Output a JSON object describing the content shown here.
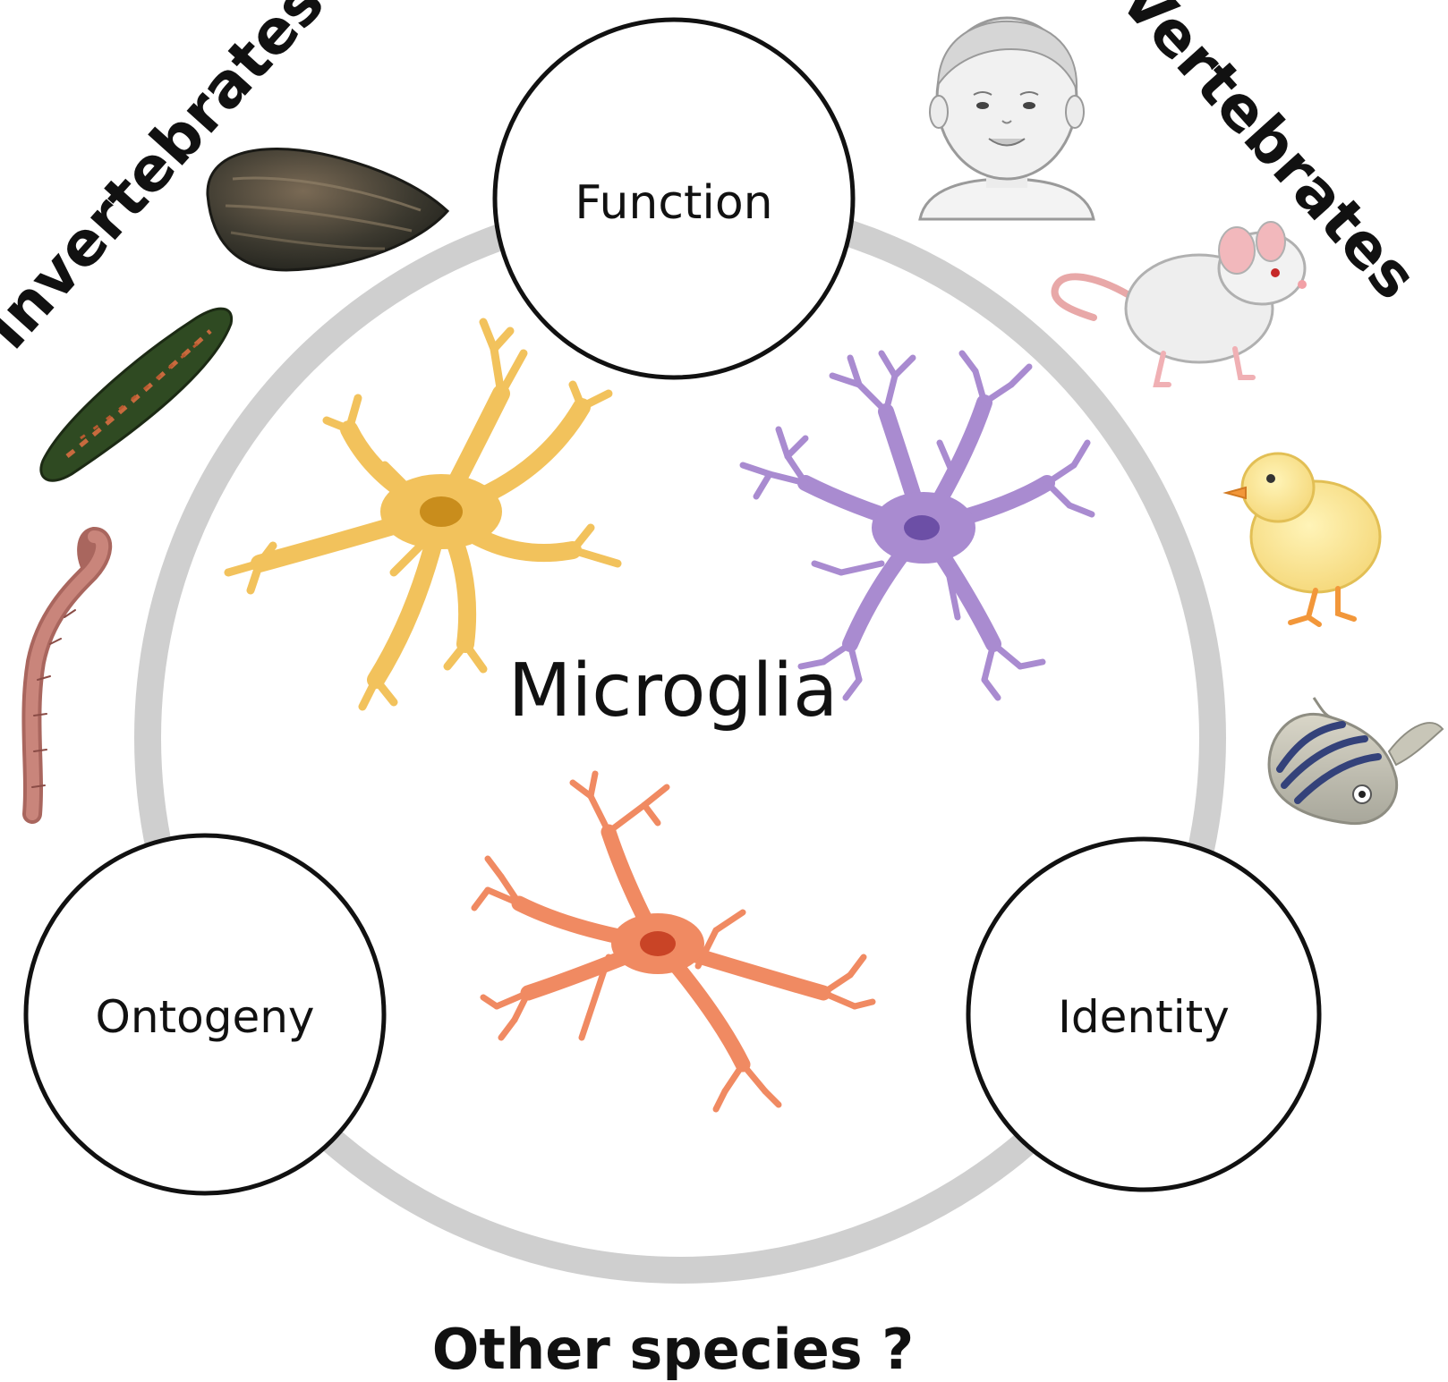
{
  "title": "Microglia",
  "groups": {
    "invertebrates": "Invertebrates",
    "vertebrates": "Vertebrates",
    "other": "Other species ?"
  },
  "nodes": {
    "function": "Function",
    "ontogeny": "Ontogeny",
    "identity": "Identity"
  },
  "icons": {
    "invertebrates": [
      "mussel-icon",
      "leech-icon",
      "earthworm-icon"
    ],
    "vertebrates": [
      "human-baby-icon",
      "mouse-icon",
      "chick-icon",
      "zebrafish-icon"
    ],
    "cells": [
      "microglia-yellow-icon",
      "microglia-purple-icon",
      "microglia-orange-icon"
    ]
  },
  "colors": {
    "ring": "#cfcfcf",
    "cell_yellow": "#f2c25c",
    "cell_yellow_nucleus": "#c98d1c",
    "cell_purple": "#a98bd0",
    "cell_purple_nucleus": "#6c4fa6",
    "cell_orange": "#f08a62",
    "cell_orange_nucleus": "#c94426"
  }
}
